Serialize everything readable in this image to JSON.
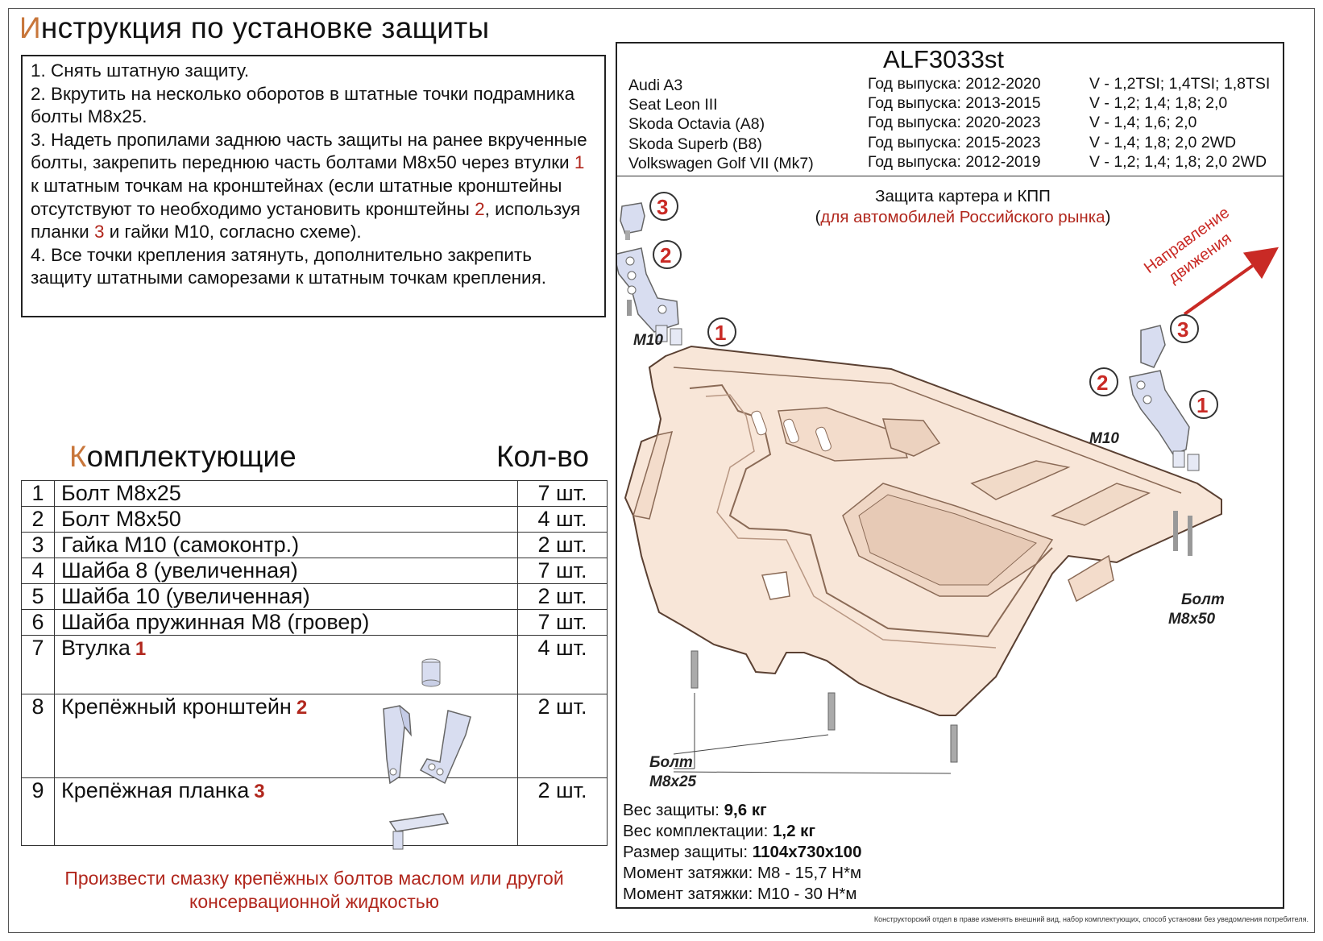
{
  "title": "Инструкция по установке защиты",
  "instructions": [
    "1. Снять штатную защиту.",
    "2. Вкрутить на несколько оборотов в штатные точки подрамника болты М8х25.",
    "3. Надеть пропилами заднюю часть защиты на ранее вкрученные болты, закрепить переднюю часть болтами М8х50 через втулки",
    "1",
    "к штатным точкам на кронштейнах (если штатные кронштейны отсутствуют то необходимо установить кронштейны",
    "2",
    ", используя планки",
    "3",
    "и гайки М10, согласно схеме).",
    "4. Все точки крепления затянуть, дополнительно закрепить защиту штатными саморезами к штатным точкам крепления."
  ],
  "parts_heading": "Комплектующие",
  "qty_heading": "Кол-во",
  "parts": [
    {
      "n": "1",
      "name": "Болт М8х25",
      "badge": "",
      "qty": "7 шт."
    },
    {
      "n": "2",
      "name": "Болт М8х50",
      "badge": "",
      "qty": "4 шт."
    },
    {
      "n": "3",
      "name": "Гайка М10 (самоконтр.)",
      "badge": "",
      "qty": "2 шт."
    },
    {
      "n": "4",
      "name": "Шайба 8 (увеличенная)",
      "badge": "",
      "qty": "7 шт."
    },
    {
      "n": "5",
      "name": "Шайба 10 (увеличенная)",
      "badge": "",
      "qty": "2 шт."
    },
    {
      "n": "6",
      "name": "Шайба пружинная М8 (гровер)",
      "badge": "",
      "qty": "7 шт."
    },
    {
      "n": "7",
      "name": "Втулка",
      "badge": "1",
      "qty": "4 шт."
    },
    {
      "n": "8",
      "name": "Крепёжный кронштейн",
      "badge": "2",
      "qty": "2 шт."
    },
    {
      "n": "9",
      "name": "Крепёжная планка",
      "badge": "3",
      "qty": "2 шт."
    }
  ],
  "note": "Произвести смазку крепёжных болтов маслом или другой консервационной жидкостью",
  "code": "ALF3033st",
  "vehicles": [
    {
      "model": "Audi A3",
      "year": "Год выпуска: 2012-2020",
      "engine": "V - 1,2TSI; 1,4TSI; 1,8TSI"
    },
    {
      "model": "Seat Leon III",
      "year": "Год выпуска: 2013-2015",
      "engine": "V - 1,2; 1,4; 1,8; 2,0"
    },
    {
      "model": "Skoda Octavia (A8)",
      "year": "Год выпуска: 2020-2023",
      "engine": "V - 1,4; 1,6; 2,0"
    },
    {
      "model": "Skoda Superb (B8)",
      "year": "Год выпуска: 2015-2023",
      "engine": "V - 1,4; 1,8; 2,0 2WD"
    },
    {
      "model": "Volkswagen Golf VII (Mk7)",
      "year": "Год выпуска: 2012-2019",
      "engine": "V - 1,2; 1,4; 1,8; 2,0 2WD"
    }
  ],
  "protection_title": "Защита картера и КПП",
  "market_open": "(",
  "market": "для автомобилей Российского рынка",
  "market_close": ")",
  "direction": [
    "Направление",
    "движения"
  ],
  "labels": {
    "m10": "M10",
    "bolt": "Болт",
    "m8x50": "M8x50",
    "m8x25": "M8x25",
    "c1": "1",
    "c2": "2",
    "c3": "3"
  },
  "specs": [
    {
      "label": "Вес защиты: ",
      "value": "9,6 кг"
    },
    {
      "label": "Вес комплектации: ",
      "value": "1,2 кг"
    },
    {
      "label": "Размер защиты: ",
      "value": "1104х730х100"
    },
    {
      "label": "Момент затяжки: ",
      "value": "М8 - 15,7 Н*м"
    },
    {
      "label": "Момент затяжки: ",
      "value": "М10 - 30 Н*м"
    }
  ],
  "disclaimer": "Конструкторский отдел в праве изменять внешний вид, набор комплектующих, способ установки без уведомления потребителя.",
  "colors": {
    "accent": "#b1271d",
    "plate": "#f7e3d4",
    "bracket": "#d8ddf0",
    "title_first": "#c8763a"
  }
}
